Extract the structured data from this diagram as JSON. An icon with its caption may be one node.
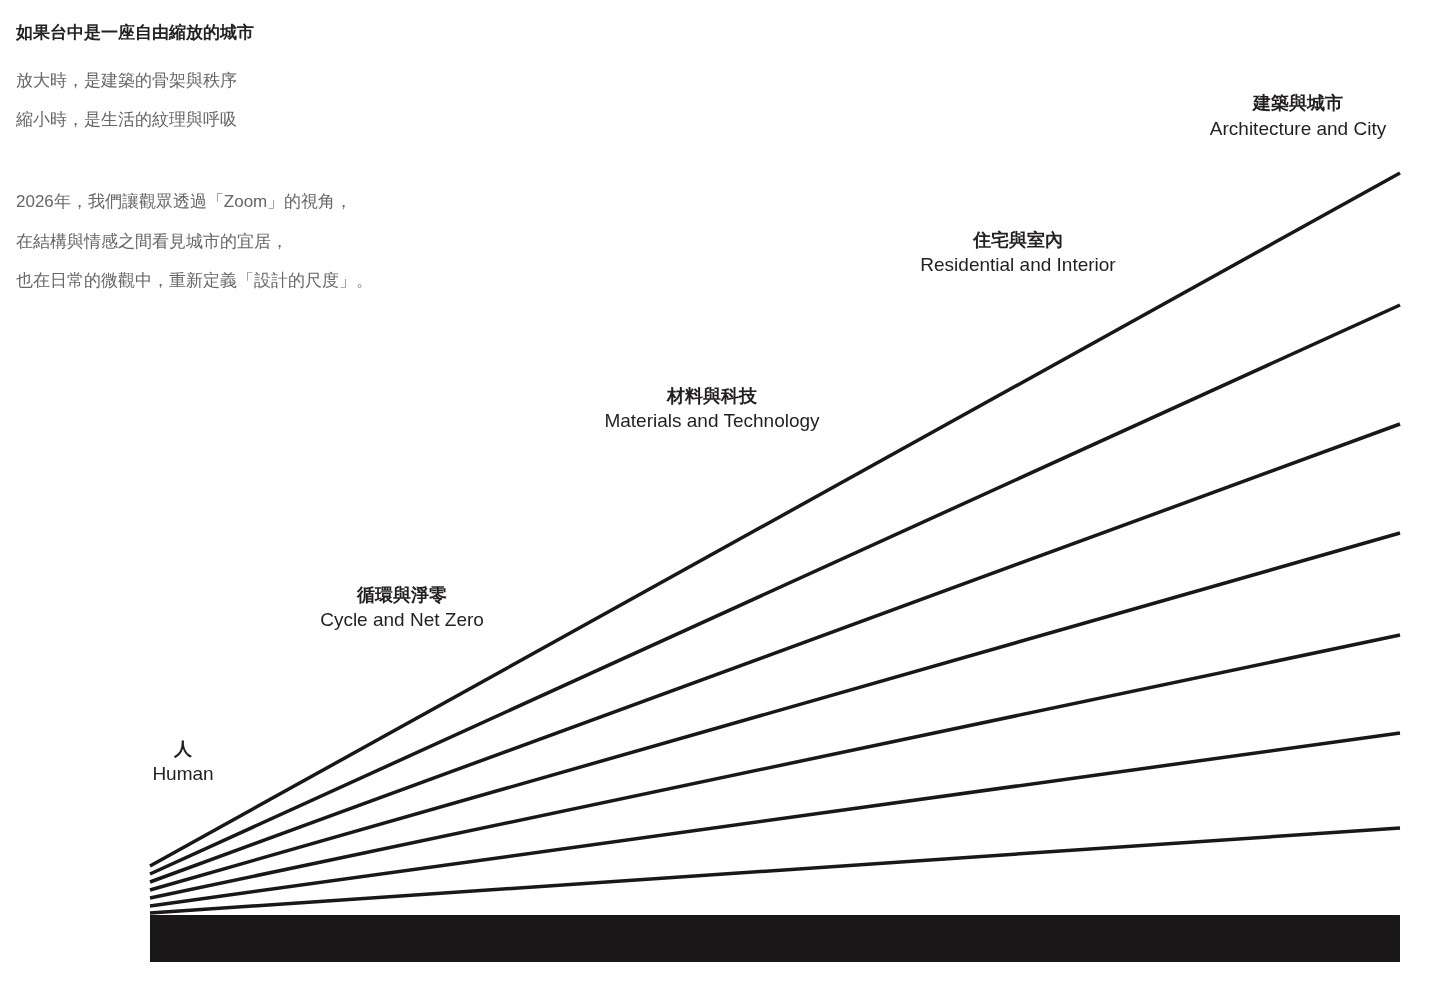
{
  "diagram": {
    "title": "如果台中是一座自由縮放的城市",
    "labels": [
      "放大時，是建築的骨架與秩序",
      "縮小時，是生活的紋理與呼吸",
      "2026年，我們讓觀眾透過「Zoom」的視角，",
      "在結構與情感之間看見城市的宜居，",
      "也在日常的微觀中，重新定義「設計的尺度」。",
      "建築與城市",
      "Architecture and City",
      "住宅與室內",
      "Residential and Interior",
      "材料與科技",
      "Materials and Technology",
      "循環與淨零",
      "Cycle and Net Zero",
      "人",
      "Human"
    ]
  }
}
